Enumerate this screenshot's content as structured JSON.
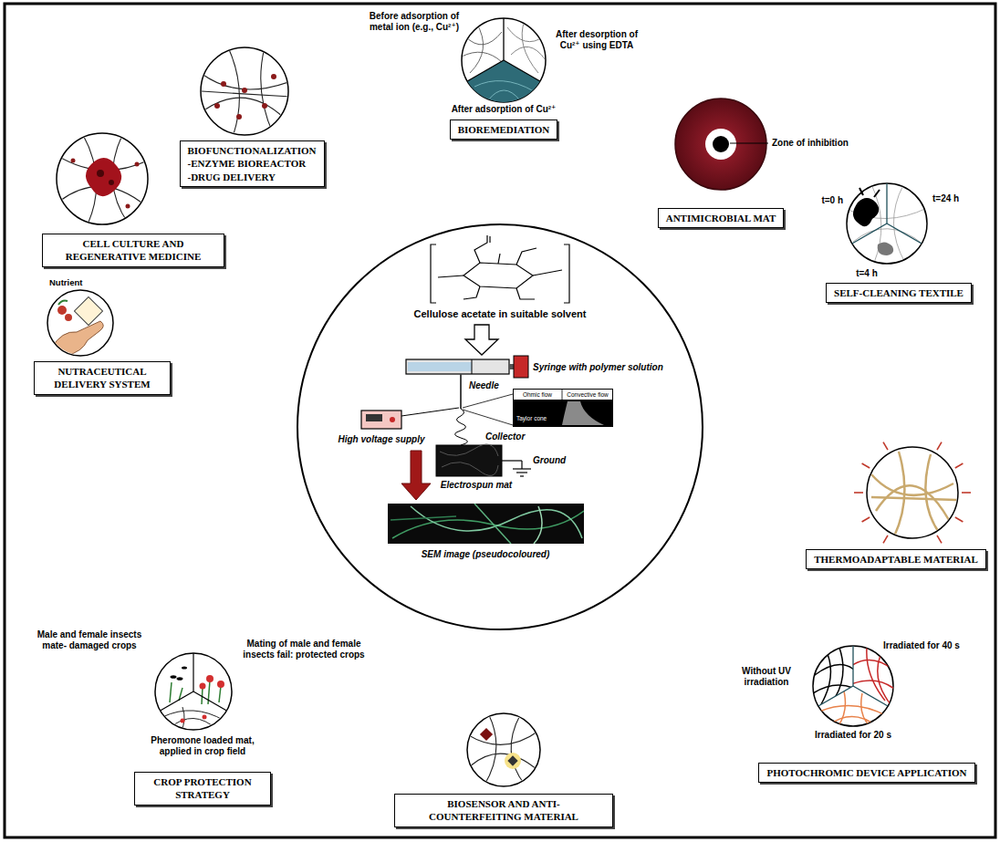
{
  "diagram": {
    "nodes": [
      {
        "text": [
          "BIOREMEDIATION"
        ]
      },
      {
        "text": [
          "BIOFUNCTIONALIZATION",
          "-ENZYME BIOREACTOR",
          "-DRUG DELIVERY"
        ]
      },
      {
        "text": [
          "ANTIMICROBIAL MAT"
        ]
      },
      {
        "text": [
          "CELL CULTURE AND REGENERATIVE MEDICINE"
        ]
      },
      {
        "text": [
          "SELF-CLEANING TEXTILE"
        ]
      },
      {
        "text": [
          "NUTRACEUTICAL DELIVERY SYSTEM"
        ]
      },
      {
        "text": [
          "THERMOADAPTABLE MATERIAL"
        ]
      },
      {
        "text": [
          "PHOTOCHROMIC DEVICE APPLICATION"
        ]
      },
      {
        "text": [
          "CROP PROTECTION STRATEGY"
        ]
      },
      {
        "text": [
          "BIOSENSOR AND ANTI-COUNTERFEITING MATERIAL"
        ]
      }
    ],
    "labels": [
      "Before adsorption of metal ion (e.g., Cu²⁺)",
      "After desorption of Cu²⁺ using EDTA",
      "After adsorption of Cu²⁺",
      "Zone of inhibition",
      "t=0 h",
      "t=24 h",
      "t=4 h",
      "Nutrient",
      "Cellulose acetate in suitable solvent",
      "Syringe with polymer solution",
      "Needle",
      "Ohmic flow",
      "Convective flow",
      "Taylor cone",
      "High voltage supply",
      "Collector",
      "Ground",
      "Electrospun mat",
      "SEM image (pseudocoloured)",
      "Male and female insects mate- damaged crops",
      "Mating of male and female insects fail: protected crops",
      "Pheromone loaded mat, applied in crop field",
      "Without UV irradiation",
      "Irradiated for 40 s",
      "Irradiated for 20 s"
    ]
  }
}
